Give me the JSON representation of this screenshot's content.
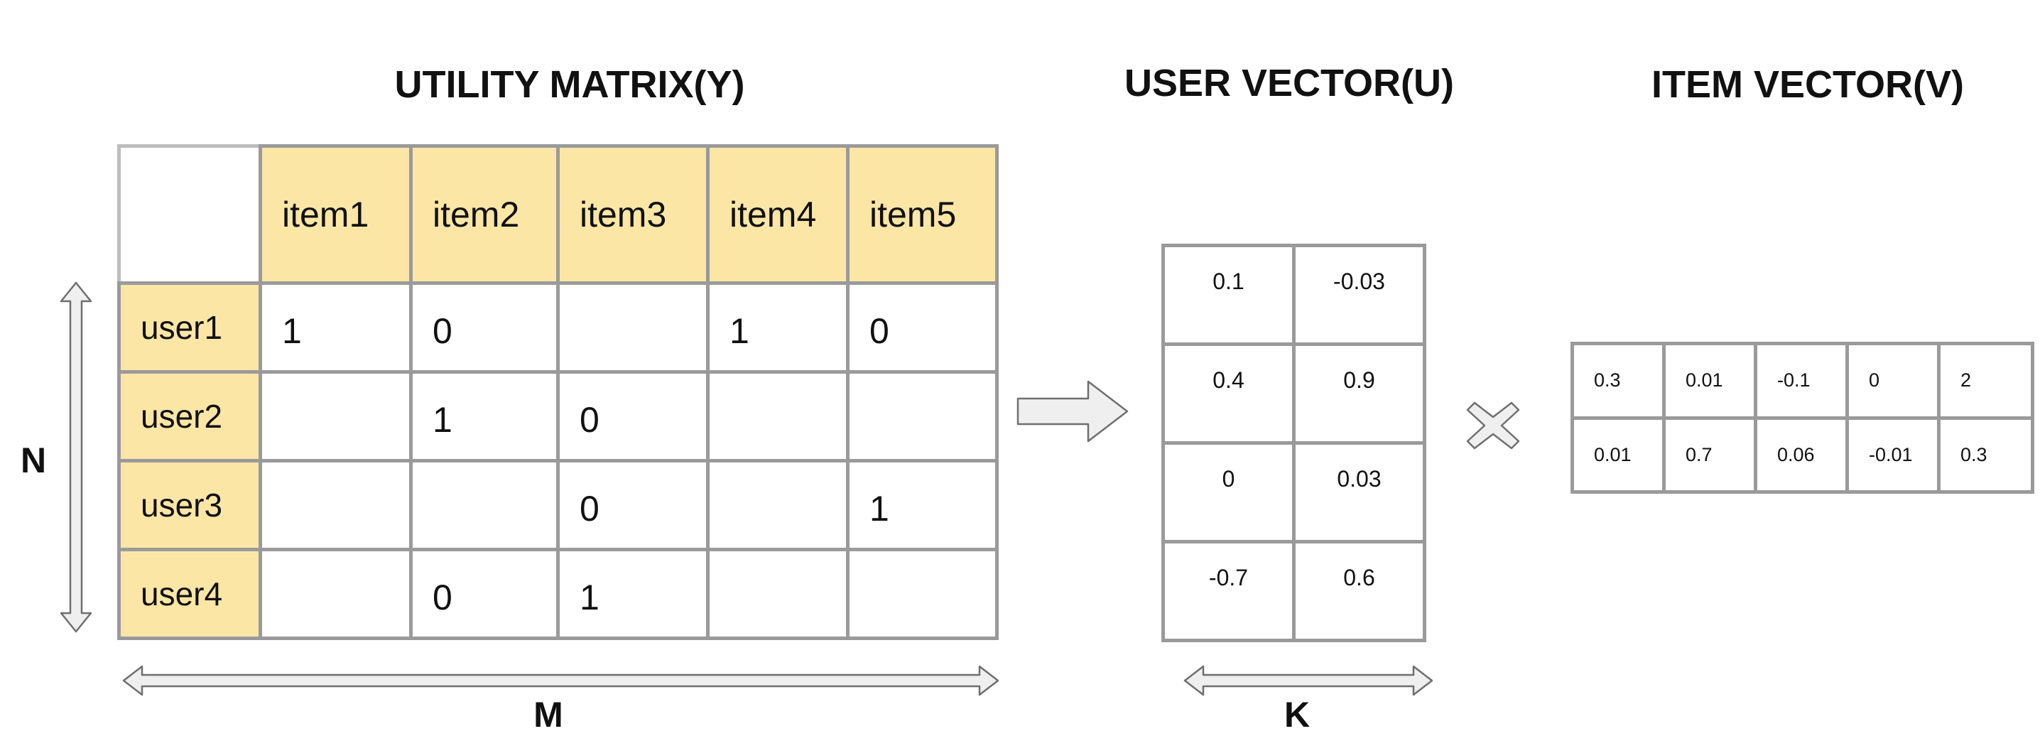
{
  "titles": {
    "utility_matrix": "UTILITY MATRIX(Y)",
    "user_vector": "USER VECTOR(U)",
    "item_vector": "ITEM VECTOR(V)"
  },
  "dimension_labels": {
    "n": "N",
    "m": "M",
    "k": "K"
  },
  "utility_matrix": {
    "items": [
      "item1",
      "item2",
      "item3",
      "item4",
      "item5"
    ],
    "users": [
      "user1",
      "user2",
      "user3",
      "user4"
    ],
    "rows": [
      [
        "1",
        "0",
        "",
        "1",
        "0"
      ],
      [
        "",
        "1",
        "0",
        "",
        ""
      ],
      [
        "",
        "",
        "0",
        "",
        "1"
      ],
      [
        "",
        "0",
        "1",
        "",
        ""
      ]
    ]
  },
  "user_vector": {
    "rows": [
      [
        "0.1",
        "-0.03"
      ],
      [
        "0.4",
        "0.9"
      ],
      [
        "0",
        "0.03"
      ],
      [
        "-0.7",
        "0.6"
      ]
    ]
  },
  "item_vector": {
    "rows": [
      [
        "0.3",
        "0.01",
        "-0.1",
        "0",
        "2"
      ],
      [
        "0.01",
        "0.7",
        "0.06",
        "-0.01",
        "0.3"
      ]
    ]
  },
  "colors": {
    "header_fill": "#fbe6a6",
    "grid_line": "#9a9a9a",
    "arrow_fill": "#efefef",
    "arrow_stroke": "#6f6f6f"
  },
  "icons": {
    "flow_arrow": "right-arrow-icon",
    "multiply": "multiply-icon",
    "double_arrow": "double-headed-arrow-icon"
  }
}
